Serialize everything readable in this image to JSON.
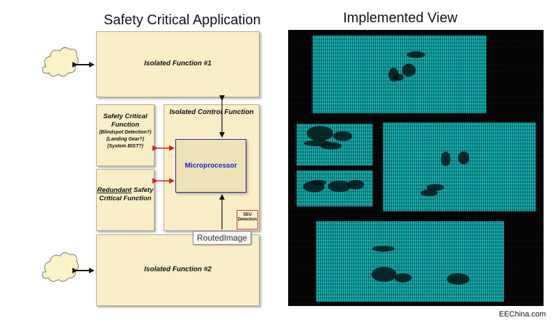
{
  "diagram": {
    "left_title": "Safety Critical Application",
    "right_title": "Implemented View",
    "isolated_function_1": "Isolated Function #1",
    "isolated_function_2": "Isolated Function #2",
    "isolated_control_function": "Isolated Control Function",
    "safety_critical_function": {
      "title_line1": "Safety Critical",
      "title_line2": "Function",
      "note1": "(Blindspot Detection?)",
      "note2": "(Landing Gear?)",
      "note3": "(System BIST?)"
    },
    "redundant_function": {
      "word1": "Redundant",
      "word2": "Safety",
      "line2": "Critical Function"
    },
    "microprocessor": "Microprocessor",
    "seu_detection": {
      "line1": "SEU",
      "line2": "Detection"
    },
    "tooltip": "RoutedImage",
    "credit": "EEChina.com",
    "colors": {
      "box_fill": "#f9eec7",
      "micro_border": "#2a2aa0",
      "red_arrows": "#d42020",
      "routing_cyan": "#19e6e6",
      "routed_bg": "#050505"
    }
  }
}
